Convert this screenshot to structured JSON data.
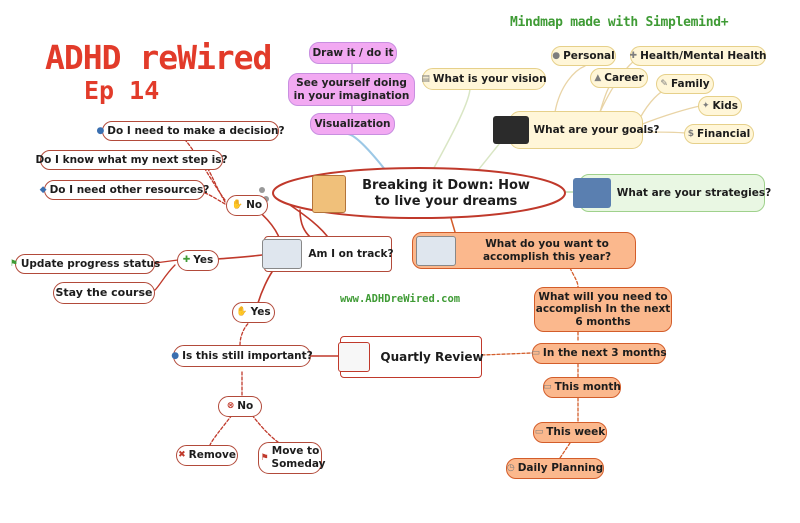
{
  "header": {
    "title_line1": "ADHD reWired",
    "title_line2": "Ep 14",
    "made_with": "Mindmap made with Simplemind+",
    "website": "www.ADHDreWired.com"
  },
  "central": {
    "label": "Breaking it Down: How to live your dreams"
  },
  "visualization": {
    "draw_it": "Draw it / do it",
    "see_yourself": "See yourself doing in your imagination",
    "label": "Visualization"
  },
  "vision": {
    "label": "What is your vision"
  },
  "goals": {
    "label": "What are your goals?",
    "items": [
      "Personal",
      "Health/Mental Health",
      "Career",
      "Family",
      "Kids",
      "Financial"
    ]
  },
  "strategies": {
    "label": "What are your strategies?"
  },
  "accomplish": {
    "year": "What do you want to accomplish this year?",
    "six_months": "What will you need to accomplish In the next 6 months",
    "three_months": "In the next 3 months",
    "this_month": "This month",
    "this_week": "This week",
    "daily": "Daily Planning"
  },
  "quarterly": {
    "label": "Quartly Review",
    "still_important": "Is this still important?",
    "yes": "Yes",
    "no": "No",
    "remove": "Remove",
    "move_to_someday": "Move to Someday"
  },
  "on_track": {
    "label": "Am I on track?",
    "yes": "Yes",
    "update_progress": "Update progress status",
    "stay_course": "Stay the course",
    "no": "No",
    "decision": "Do I need to make a decision?",
    "next_step": "Do I know what my next step is?",
    "resources": "Do I need other resources?"
  },
  "colors": {
    "title_red": "#e23b2a",
    "green_text": "#3f9b35",
    "orange_fill": "#fbb88d",
    "pink_fill": "#f2a9f2",
    "yellow_fill": "#fff6d8",
    "green_fill": "#e9f7e3",
    "red_line": "#c0392b"
  }
}
